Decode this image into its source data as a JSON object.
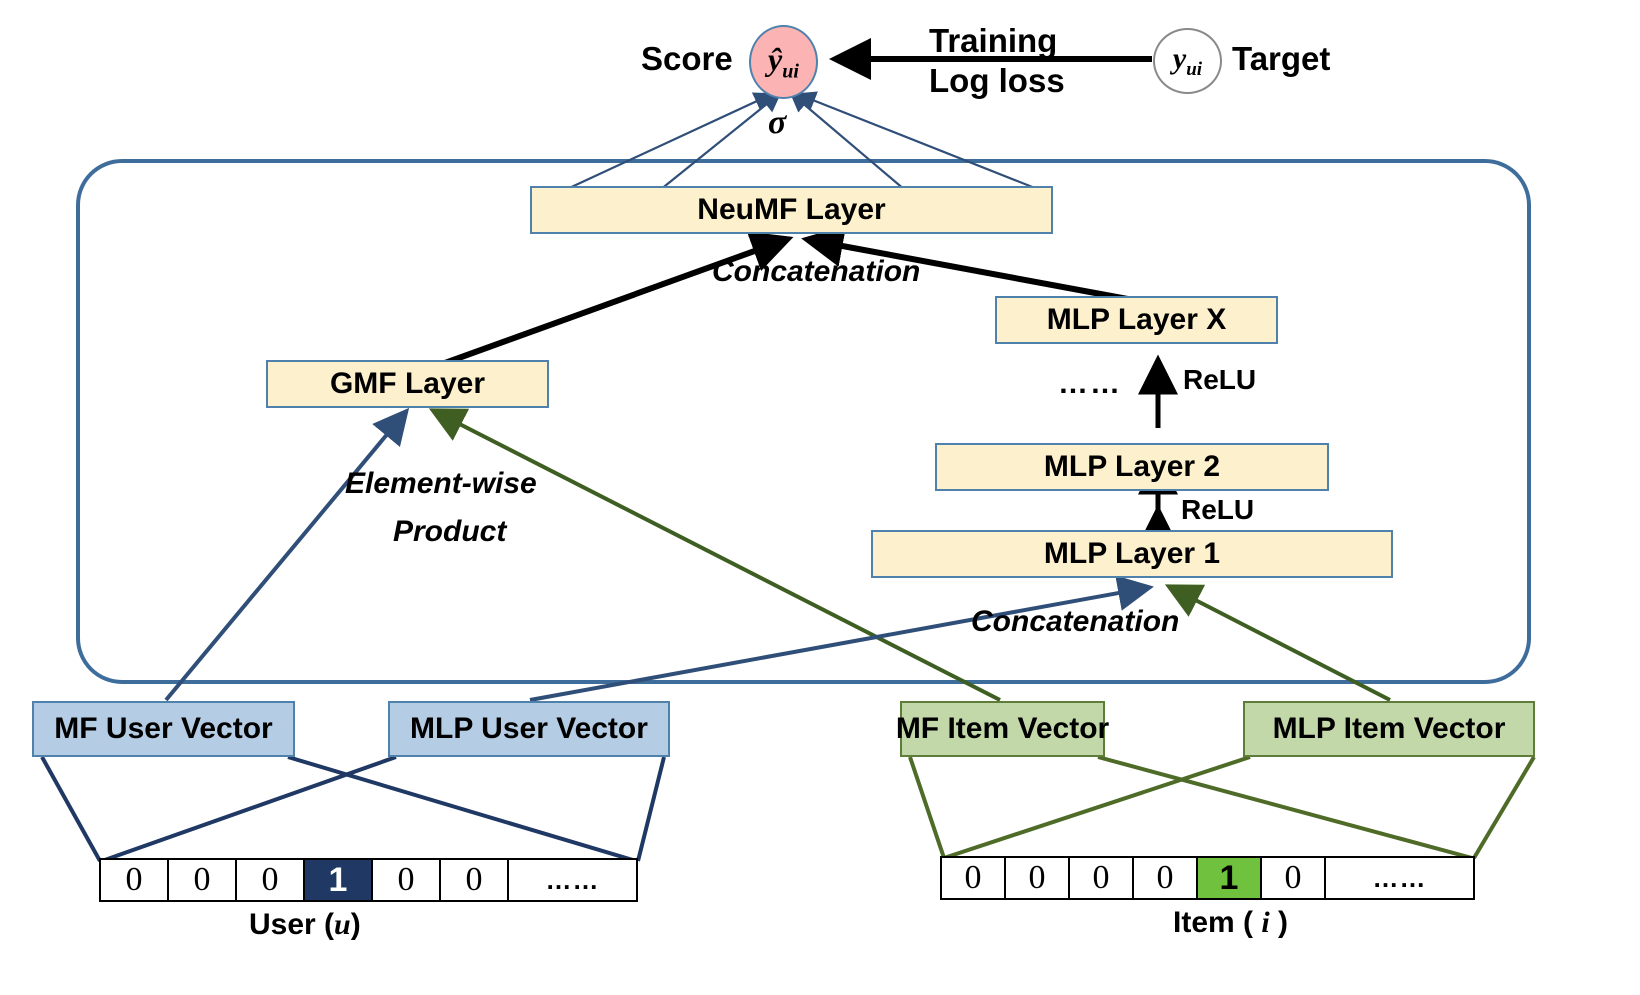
{
  "figure": {
    "title": "Neural Matrix Factorization (NeuMF) architecture",
    "colors": {
      "layer_fill": "#fdf0cd",
      "layer_border": "#4f81ad",
      "user_fill": "#b4cde4",
      "user_border": "#1f3864",
      "item_fill": "#c3d8a8",
      "item_border": "#4f6b28",
      "score_fill": "#fbb3b4",
      "user_hot_fill": "#1f3864",
      "item_hot_fill": "#70c13e",
      "arrow_black": "#000000"
    }
  },
  "top": {
    "score_label": "Score",
    "score_node": "ŷui",
    "score_node_base": "ŷ",
    "score_node_sub": "ui",
    "training_line1": "Training",
    "training_line2": "Log loss",
    "target_node_base": "y",
    "target_node_sub": "ui",
    "target_label": "Target",
    "sigma": "σ"
  },
  "layers": {
    "neumf": "NeuMF Layer",
    "gmf": "GMF Layer",
    "mlp_x": "MLP Layer X",
    "mlp_2": "MLP Layer 2",
    "mlp_1": "MLP Layer 1"
  },
  "edge_labels": {
    "concat_top": "Concatenation",
    "concat_bottom": "Concatenation",
    "elementwise_line1": "Element-wise",
    "elementwise_line2": "Product",
    "relu_upper": "ReLU",
    "relu_lower": "ReLU",
    "ellipsis": "……"
  },
  "embeddings": {
    "mf_user": "MF User Vector",
    "mlp_user": "MLP User Vector",
    "mf_item": "MF Item Vector",
    "mlp_item": "MLP Item Vector"
  },
  "inputs": {
    "user": {
      "caption_text": "User (",
      "caption_var": "u",
      "caption_close": ")",
      "cells": [
        "0",
        "0",
        "0",
        "1",
        "0",
        "0",
        "……"
      ],
      "hot_index": 3
    },
    "item": {
      "caption_text": "Item ( ",
      "caption_var": "i",
      "caption_close": " )",
      "cells": [
        "0",
        "0",
        "0",
        "0",
        "1",
        "0",
        "……"
      ],
      "hot_index": 4
    }
  }
}
